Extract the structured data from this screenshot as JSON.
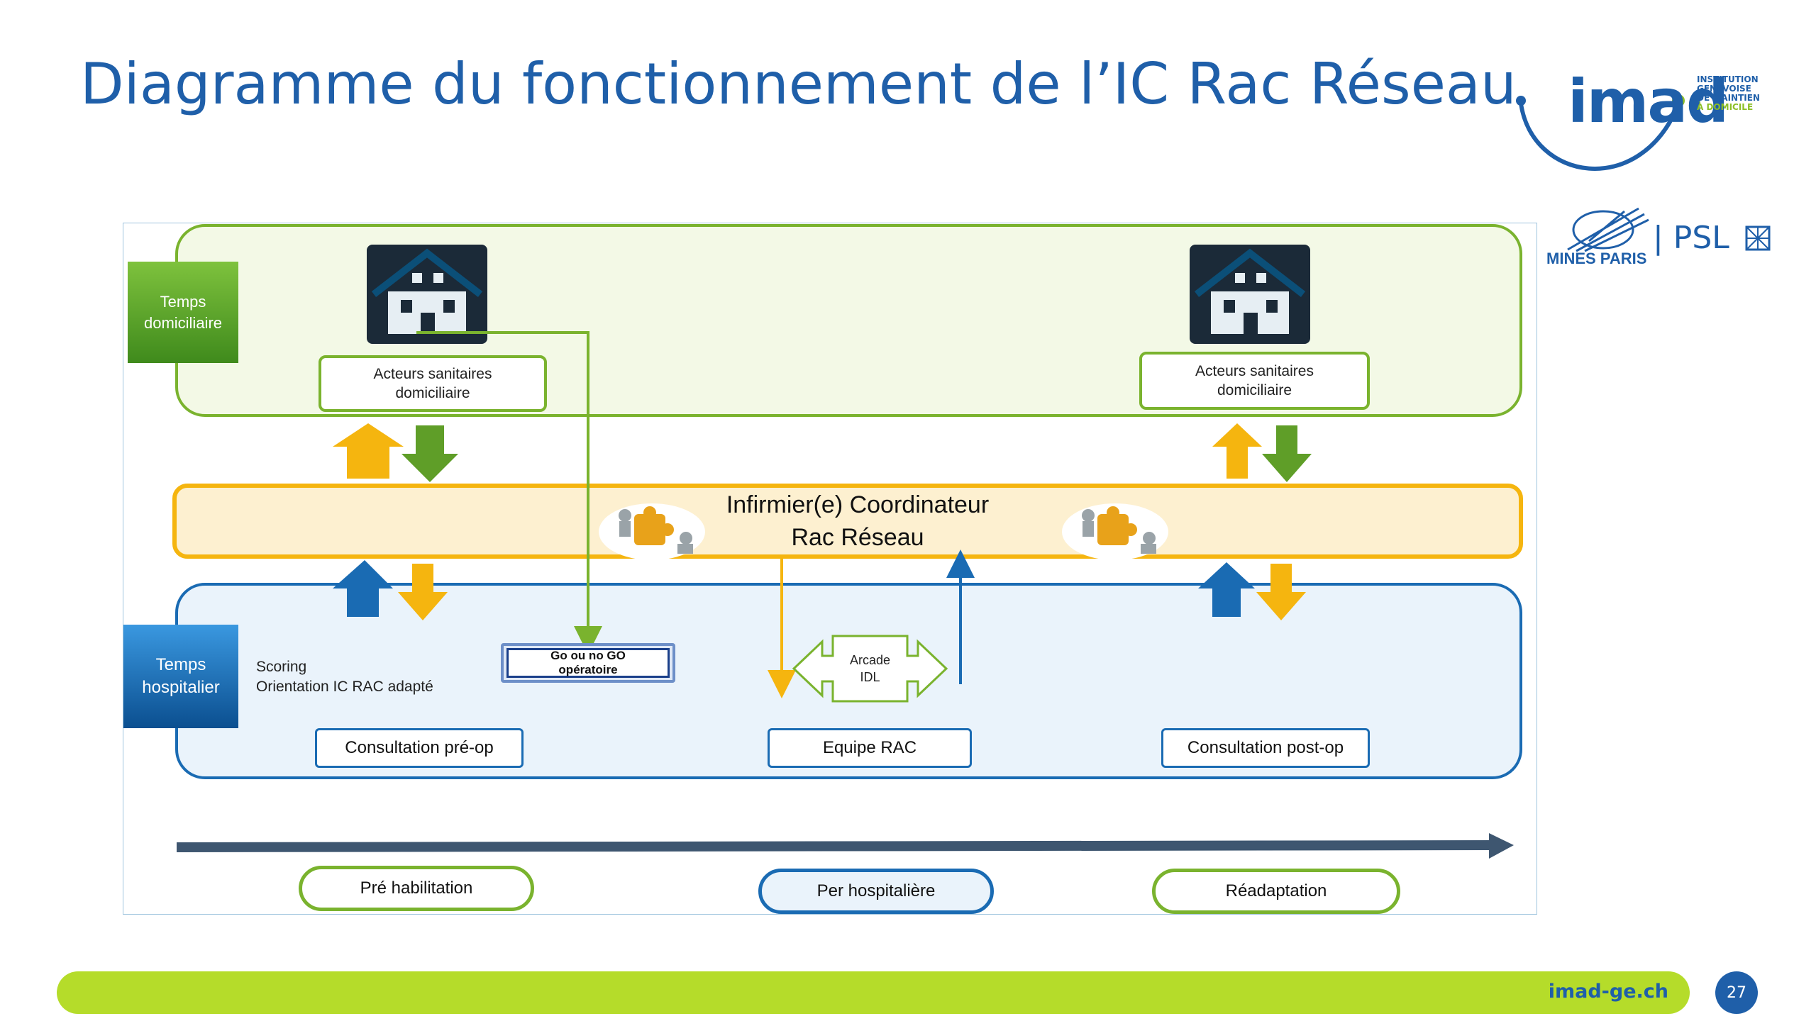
{
  "slide": {
    "title": "Diagramme du fonctionnement de l’IC Rac Réseau",
    "page_number": "27",
    "footer_url": "imad-ge.ch"
  },
  "logos": {
    "imad": {
      "word": "imad",
      "tagline": [
        "INSTITUTION",
        "GENEVOISE",
        "DE MAINTIEN",
        "À DOMICILE"
      ]
    },
    "mines": {
      "name": "MINES PARIS",
      "psl": "| PSL"
    }
  },
  "diagram": {
    "home_band": {
      "label_line1": "Temps",
      "label_line2": "domiciliaire",
      "actors_left": "Acteurs sanitaires domiciliaire",
      "actors_right": "Acteurs sanitaires domiciliaire"
    },
    "coordinator_band": {
      "line1": "Infirmier(e) Coordinateur",
      "line2": "Rac Réseau"
    },
    "hospital_band": {
      "label_line1": "Temps",
      "label_line2": "hospitalier",
      "scoring_line1": "Scoring",
      "scoring_line2": "Orientation  IC RAC adapté",
      "go_line1": "Go ou no GO",
      "go_line2": "opératoire",
      "arcade_line1": "Arcade",
      "arcade_line2": "IDL",
      "consult_pre": "Consultation pré-op",
      "equipe": "Equipe RAC",
      "consult_post": "Consultation post-op"
    },
    "phases": {
      "pre": "Pré habilitation",
      "per": "Per hospitalière",
      "re": "Réadaptation"
    }
  },
  "colors": {
    "title_blue": "#1f5fa9",
    "green": "#7ab32e",
    "orange": "#f5b50f",
    "hospital_blue": "#1a6bb3",
    "footer_green": "#b5dc2a"
  }
}
